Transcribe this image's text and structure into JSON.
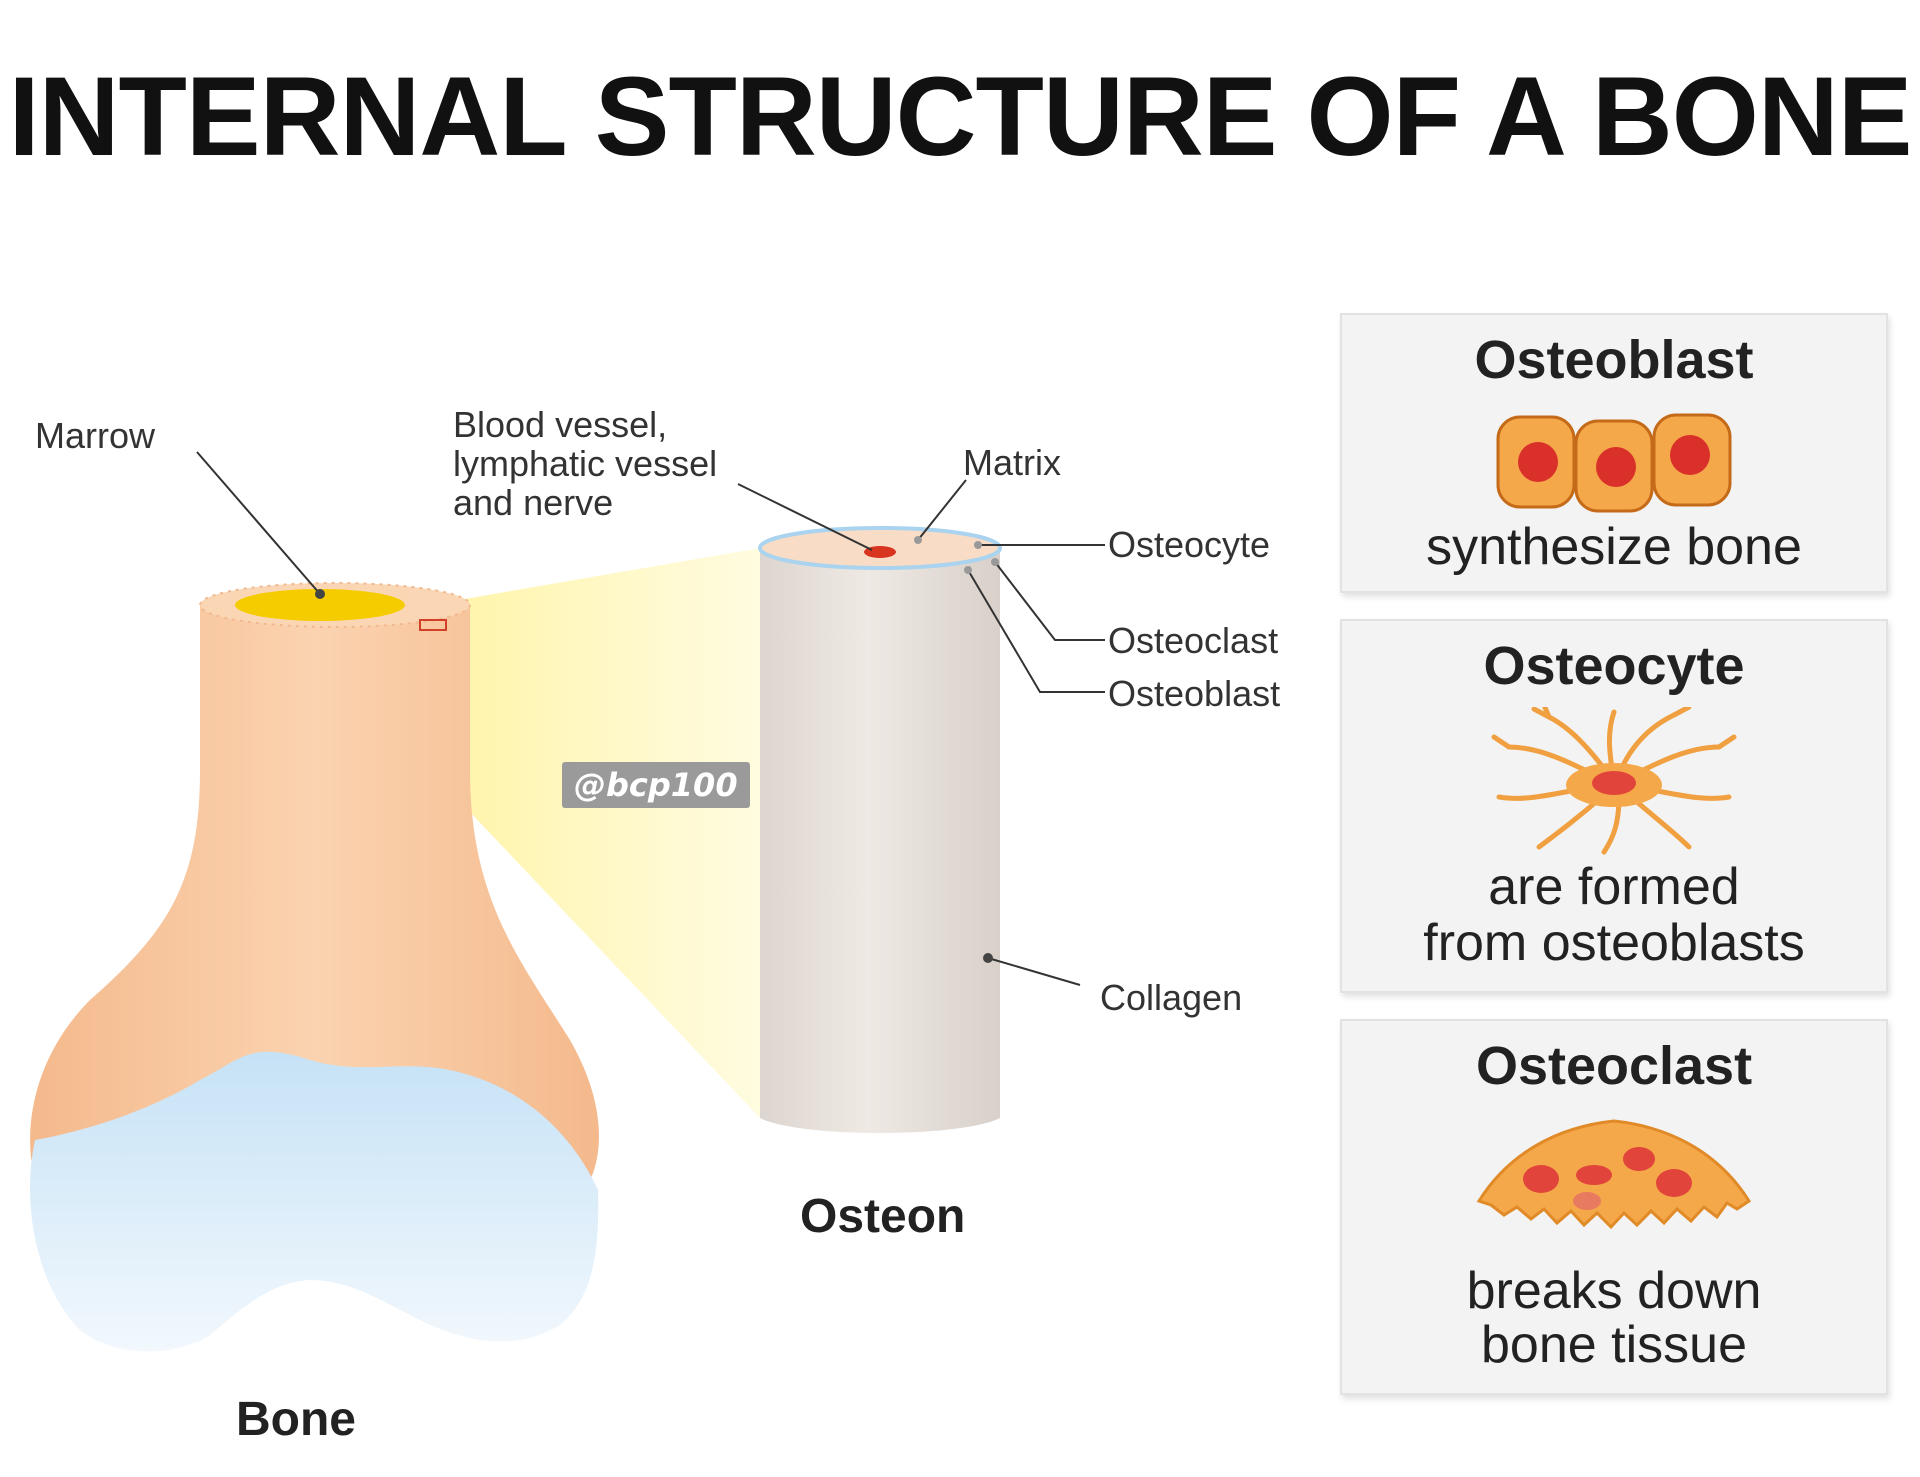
{
  "title": "INTERNAL STRUCTURE OF A BONE",
  "labels": {
    "marrow": "Marrow",
    "vessel_line1": "Blood vessel,",
    "vessel_line2": "lymphatic vessel",
    "vessel_line3": "and nerve",
    "matrix": "Matrix",
    "osteocyte": "Osteocyte",
    "osteoclast": "Osteoclast",
    "osteoblast": "Osteoblast",
    "collagen": "Collagen",
    "bone": "Bone",
    "osteon": "Osteon"
  },
  "watermark": "@bcp100",
  "panels": [
    {
      "title": "Osteoblast",
      "desc_lines": [
        "synthesize bone"
      ]
    },
    {
      "title": "Osteocyte",
      "desc_lines": [
        "are formed",
        "from osteoblasts"
      ]
    },
    {
      "title": "Osteoclast",
      "desc_lines": [
        "breaks down",
        "bone tissue"
      ]
    }
  ],
  "colors": {
    "bone_shaft": "#f7c49a",
    "cartilage": "#dceefa",
    "marrow": "#f5cc00",
    "osteon": "#e6ded7",
    "cell_orange": "#f5a84a",
    "nucleus_red": "#d9302a",
    "zoom_beam": "#fff6b0"
  }
}
